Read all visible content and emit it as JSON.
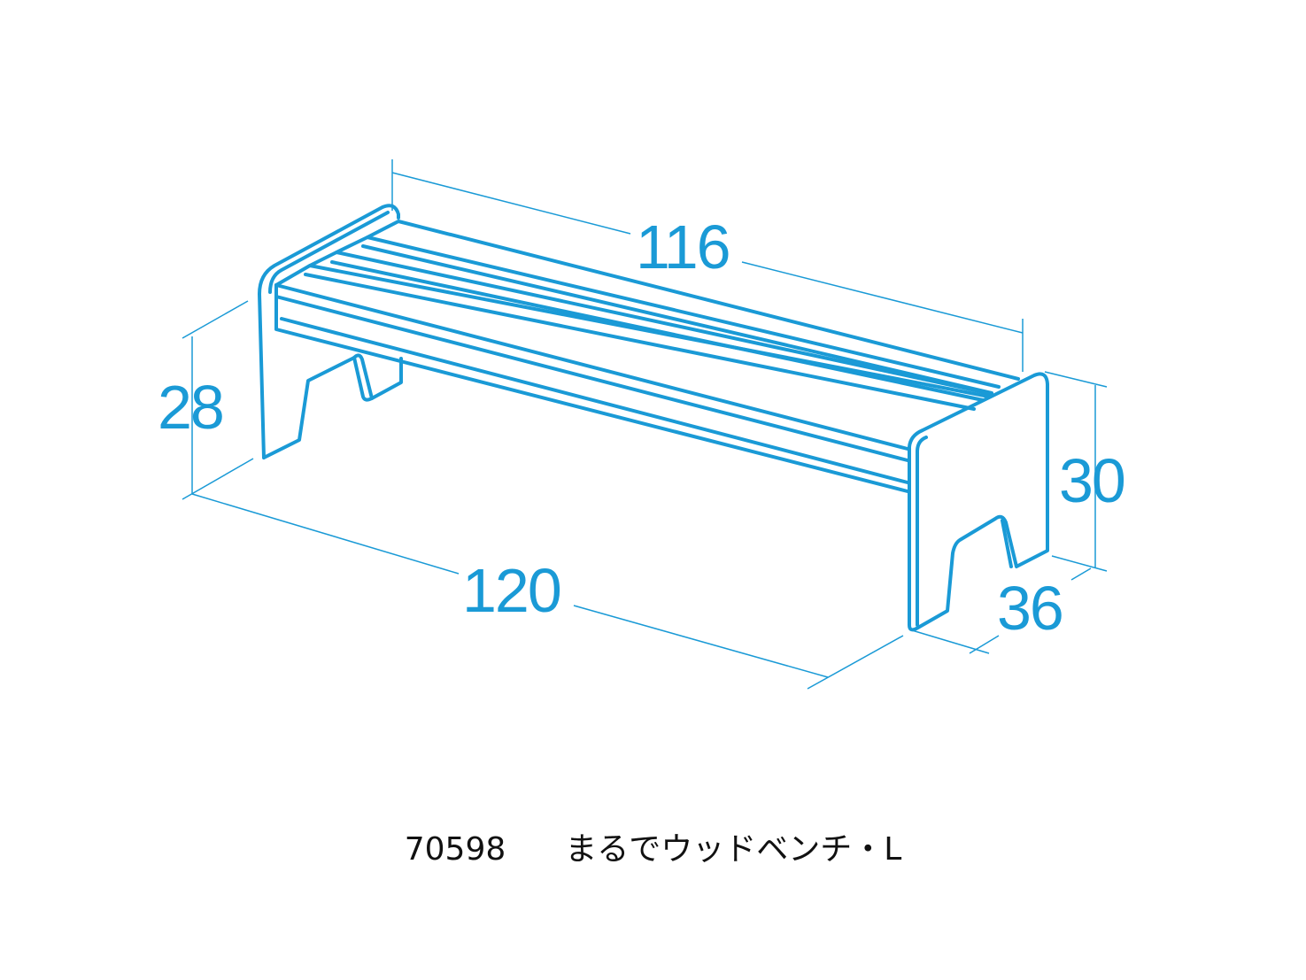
{
  "dimensions": {
    "top_length": "116",
    "bottom_length": "120",
    "left_height": "28",
    "right_height": "30",
    "depth": "36"
  },
  "caption": {
    "product_code": "70598",
    "product_name": "まるでウッドベンチ・L"
  },
  "colors": {
    "line": "#1a9ad6",
    "text": "#111111"
  }
}
